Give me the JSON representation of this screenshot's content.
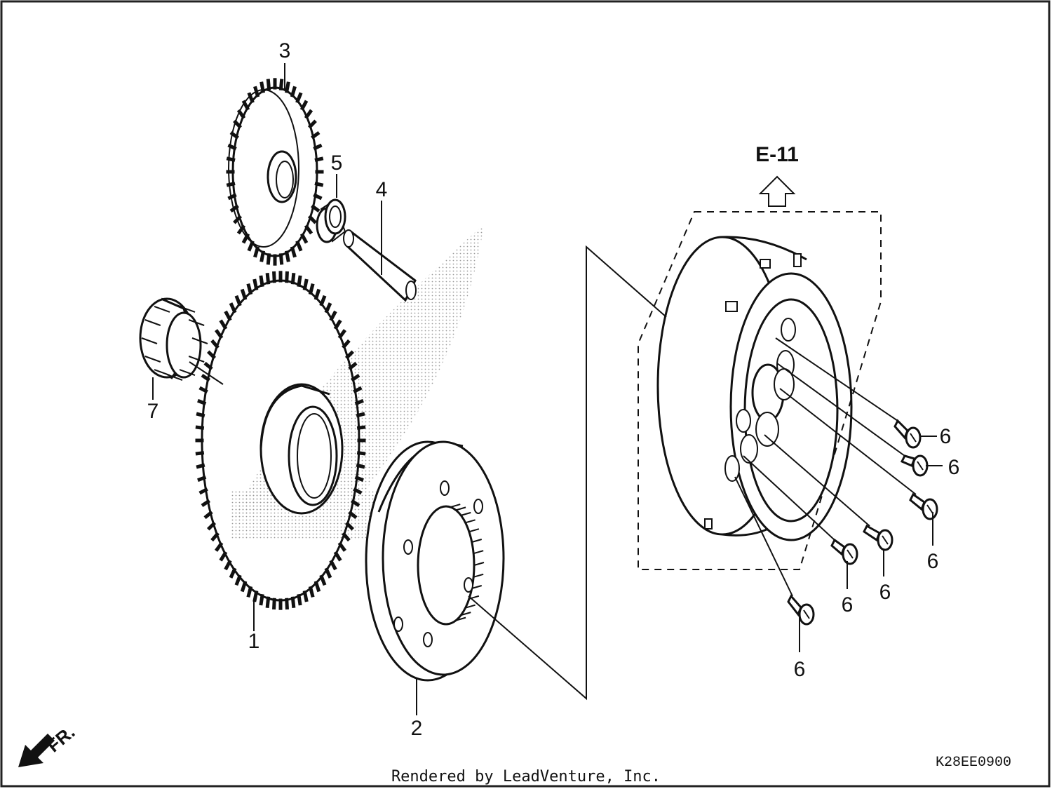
{
  "diagram": {
    "callouts": {
      "c1": "1",
      "c2": "2",
      "c3": "3",
      "c4": "4",
      "c5": "5",
      "c6a": "6",
      "c6b": "6",
      "c6c": "6",
      "c6d": "6",
      "c6e": "6",
      "c6f": "6",
      "c7": "7"
    },
    "reference": "E-11",
    "direction_mark": "FR.",
    "drawing_code": "K28EE0900"
  },
  "footer": {
    "credit": "Rendered by LeadVenture, Inc."
  }
}
